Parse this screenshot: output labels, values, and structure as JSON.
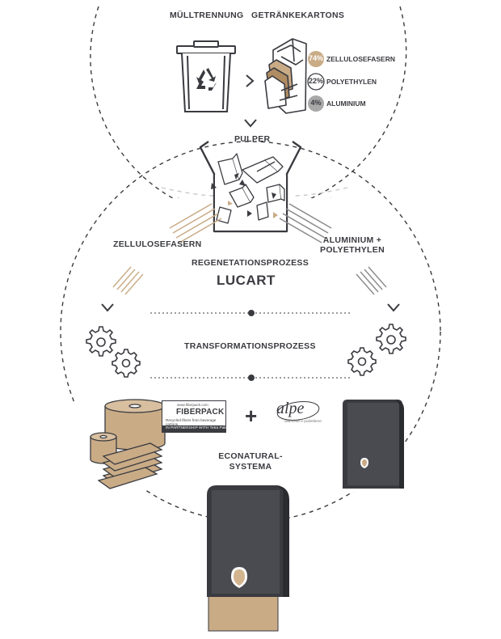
{
  "top": {
    "waste_separation": "MÜLLTRENNUNG",
    "beverage_cartons": "GETRÄNKEKARTONS",
    "arrow": ">"
  },
  "composition": [
    {
      "percent": "74%",
      "label": "ZELLULOSEFASERN",
      "color": "#c9ab86"
    },
    {
      "percent": "22%",
      "label": "POLYETHYLEN",
      "color": "#ffffff"
    },
    {
      "percent": "4%",
      "label": "ALUMINIUM",
      "color": "#a8a8a8"
    }
  ],
  "pulper": {
    "label": "PULPER"
  },
  "streams": {
    "cellulose": "ZELLULOSEFASERN",
    "aluminium_line1": "ALUMINIUM +",
    "aluminium_line2": "POLYETHYLEN"
  },
  "regeneration": {
    "label": "REGENETATIONSPROZESS",
    "brand": "LUCART"
  },
  "transformation": {
    "label": "TRANSFORMATIONSPROZESS"
  },
  "products": {
    "fiberpack_site": "www.fiberpack.com",
    "fiberpack_name": "FIBERPACK",
    "fiberpack_tagline": "Recycled fibres from beverage cartons",
    "fiberpack_partner": "IN PARTNERSHIP WITH  Tetra Pak",
    "plus": "+",
    "alpe_name": "alpe",
    "alpe_tagline": "alluminio e polietilene"
  },
  "econatural": {
    "line1": "ECONATURAL-",
    "line2": "SYSTEMA"
  },
  "colors": {
    "dark": "#3a3b40",
    "kraft": "#c9ab86",
    "kraft_dark": "#b08c63",
    "grey": "#9a9a9a"
  }
}
